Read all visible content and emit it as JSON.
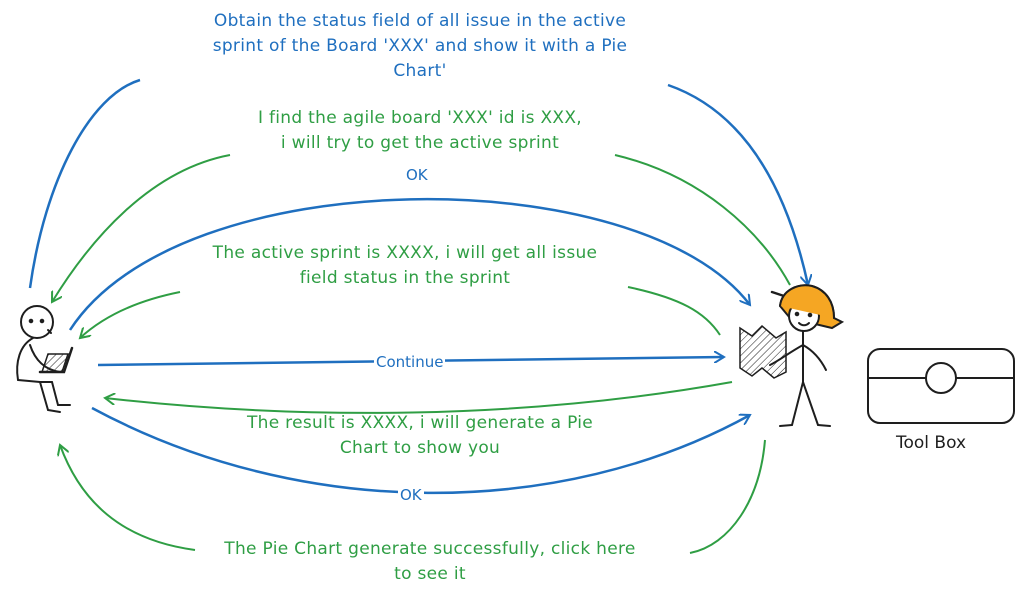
{
  "messages": {
    "request": [
      "Obtain the status field of all issue in the active",
      "sprint of the Board 'XXX' and show it with a Pie",
      "Chart'"
    ],
    "board_found": [
      "I find the agile board 'XXX' id is XXX,",
      "i will try to get the active sprint"
    ],
    "ok_top": "OK",
    "active_sprint": [
      "The active sprint is XXXX, i will get all issue",
      "field status in the sprint"
    ],
    "continue": "Continue",
    "result": [
      "The result is XXXX, i will generate a Pie",
      "Chart to show you"
    ],
    "ok_bottom": "OK",
    "done": [
      "The Pie Chart generate successfully, click here",
      "to see it"
    ]
  },
  "toolbox": {
    "label": "Tool Box"
  },
  "colors": {
    "blue": "#1f6fbf",
    "green": "#2f9e44",
    "ink": "#1e1e1e",
    "helmet": "#f5a623"
  }
}
